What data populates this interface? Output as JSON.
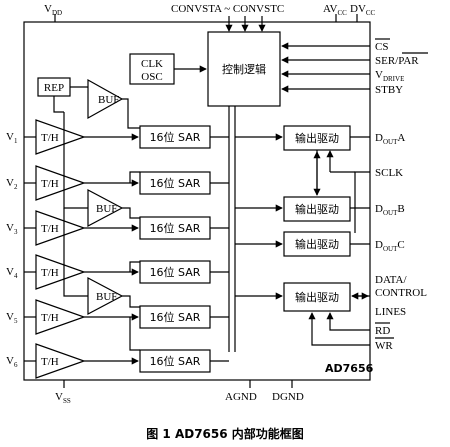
{
  "diagram": {
    "chip_name": "AD7656",
    "caption": "图 1    AD7656 内部功能框图",
    "top_pins": {
      "vdd": "V",
      "vdd_sub": "DD",
      "convst": "CONVSTA ~ CONVSTC",
      "avcc": "AV",
      "avcc_sub": "CC",
      "dvcc": "DV",
      "dvcc_sub": "CC"
    },
    "bottom_pins": {
      "vss": "V",
      "vss_sub": "SS",
      "agnd": "AGND",
      "dgnd": "DGND"
    },
    "blocks": {
      "control_logic": "控制逻辑",
      "clk_osc_1": "CLK",
      "clk_osc_2": "OSC",
      "rep": "REP",
      "buf": "BUF",
      "th": "T/H",
      "sar": "16位 SAR",
      "output_driver": "输出驱动"
    },
    "inputs": [
      {
        "label": "V",
        "sub": "1"
      },
      {
        "label": "V",
        "sub": "2"
      },
      {
        "label": "V",
        "sub": "3"
      },
      {
        "label": "V",
        "sub": "4"
      },
      {
        "label": "V",
        "sub": "5"
      },
      {
        "label": "V",
        "sub": "6"
      }
    ],
    "right_pins": {
      "cs": "CS",
      "ser_par_1": "SER/",
      "ser_par_2": "PAR",
      "vdrive": "V",
      "vdrive_sub": "DRIVE",
      "stby": "STBY",
      "douta": "D",
      "douta_sub": "OUT",
      "douta_suffix": "A",
      "sclk": "SCLK",
      "doutb": "D",
      "doutb_sub": "OUT",
      "doutb_suffix": "B",
      "doutc": "D",
      "doutc_sub": "OUT",
      "doutc_suffix": "C",
      "data_control_1": "DATA/",
      "data_control_2": "CONTROL",
      "lines": "LINES",
      "rd": "RD",
      "wr": "WR"
    }
  }
}
